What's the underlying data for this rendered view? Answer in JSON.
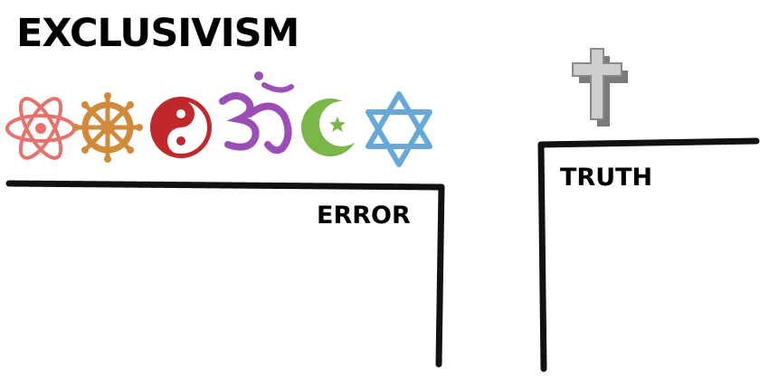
{
  "title": "EXCLUSIVISM",
  "labels": {
    "error": "ERROR",
    "truth": "TRUTH"
  },
  "icons": [
    {
      "name": "atom-icon",
      "color": "#e8726b"
    },
    {
      "name": "dharma-wheel-icon",
      "color": "#d08a3a"
    },
    {
      "name": "yin-yang-icon",
      "color": "#c0282b"
    },
    {
      "name": "om-icon",
      "color": "#9b4fb6"
    },
    {
      "name": "crescent-star-icon",
      "color": "#7ab648"
    },
    {
      "name": "star-of-david-icon",
      "color": "#68a8d8"
    }
  ],
  "cross": {
    "name": "cross-icon",
    "color": "#cfcfcf",
    "shadow": "#7a7a7a"
  },
  "ledge_color": "#111111"
}
